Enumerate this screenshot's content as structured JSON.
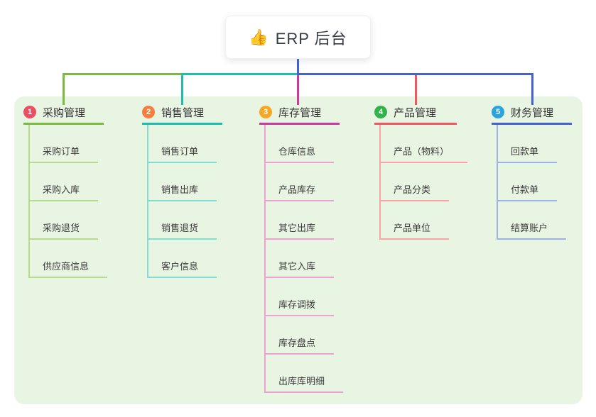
{
  "root": {
    "icon": "👍",
    "label": "ERP 后台"
  },
  "panel_background": "#e9f5e3",
  "root_line_color": "#4463d0",
  "branches": [
    {
      "index": "1",
      "label": "采购管理",
      "colors": {
        "main": "#7cb93f",
        "light": "#b7db8e",
        "badge": "#ee4e62"
      },
      "children": [
        "采购订单",
        "采购入库",
        "采购退货",
        "供应商信息"
      ]
    },
    {
      "index": "2",
      "label": "销售管理",
      "colors": {
        "main": "#1cbfae",
        "light": "#85dcd1",
        "badge": "#f87d3e"
      },
      "children": [
        "销售订单",
        "销售出库",
        "销售退货",
        "客户信息"
      ]
    },
    {
      "index": "3",
      "label": "库存管理",
      "colors": {
        "main": "#ca3a9f",
        "light": "#eda2cf",
        "badge": "#f6a723"
      },
      "children": [
        "仓库信息",
        "产品库存",
        "其它出库",
        "其它入库",
        "库存调拨",
        "库存盘点",
        "出库库明细"
      ]
    },
    {
      "index": "4",
      "label": "产品管理",
      "colors": {
        "main": "#f4545c",
        "light": "#f9a3a6",
        "badge": "#30b44a"
      },
      "children": [
        "产品（物料）",
        "产品分类",
        "产品单位"
      ]
    },
    {
      "index": "5",
      "label": "财务管理",
      "colors": {
        "main": "#4463d0",
        "light": "#9fb2e6",
        "badge": "#2aa4de"
      },
      "children": [
        "回款单",
        "付款单",
        "结算账户"
      ]
    }
  ]
}
